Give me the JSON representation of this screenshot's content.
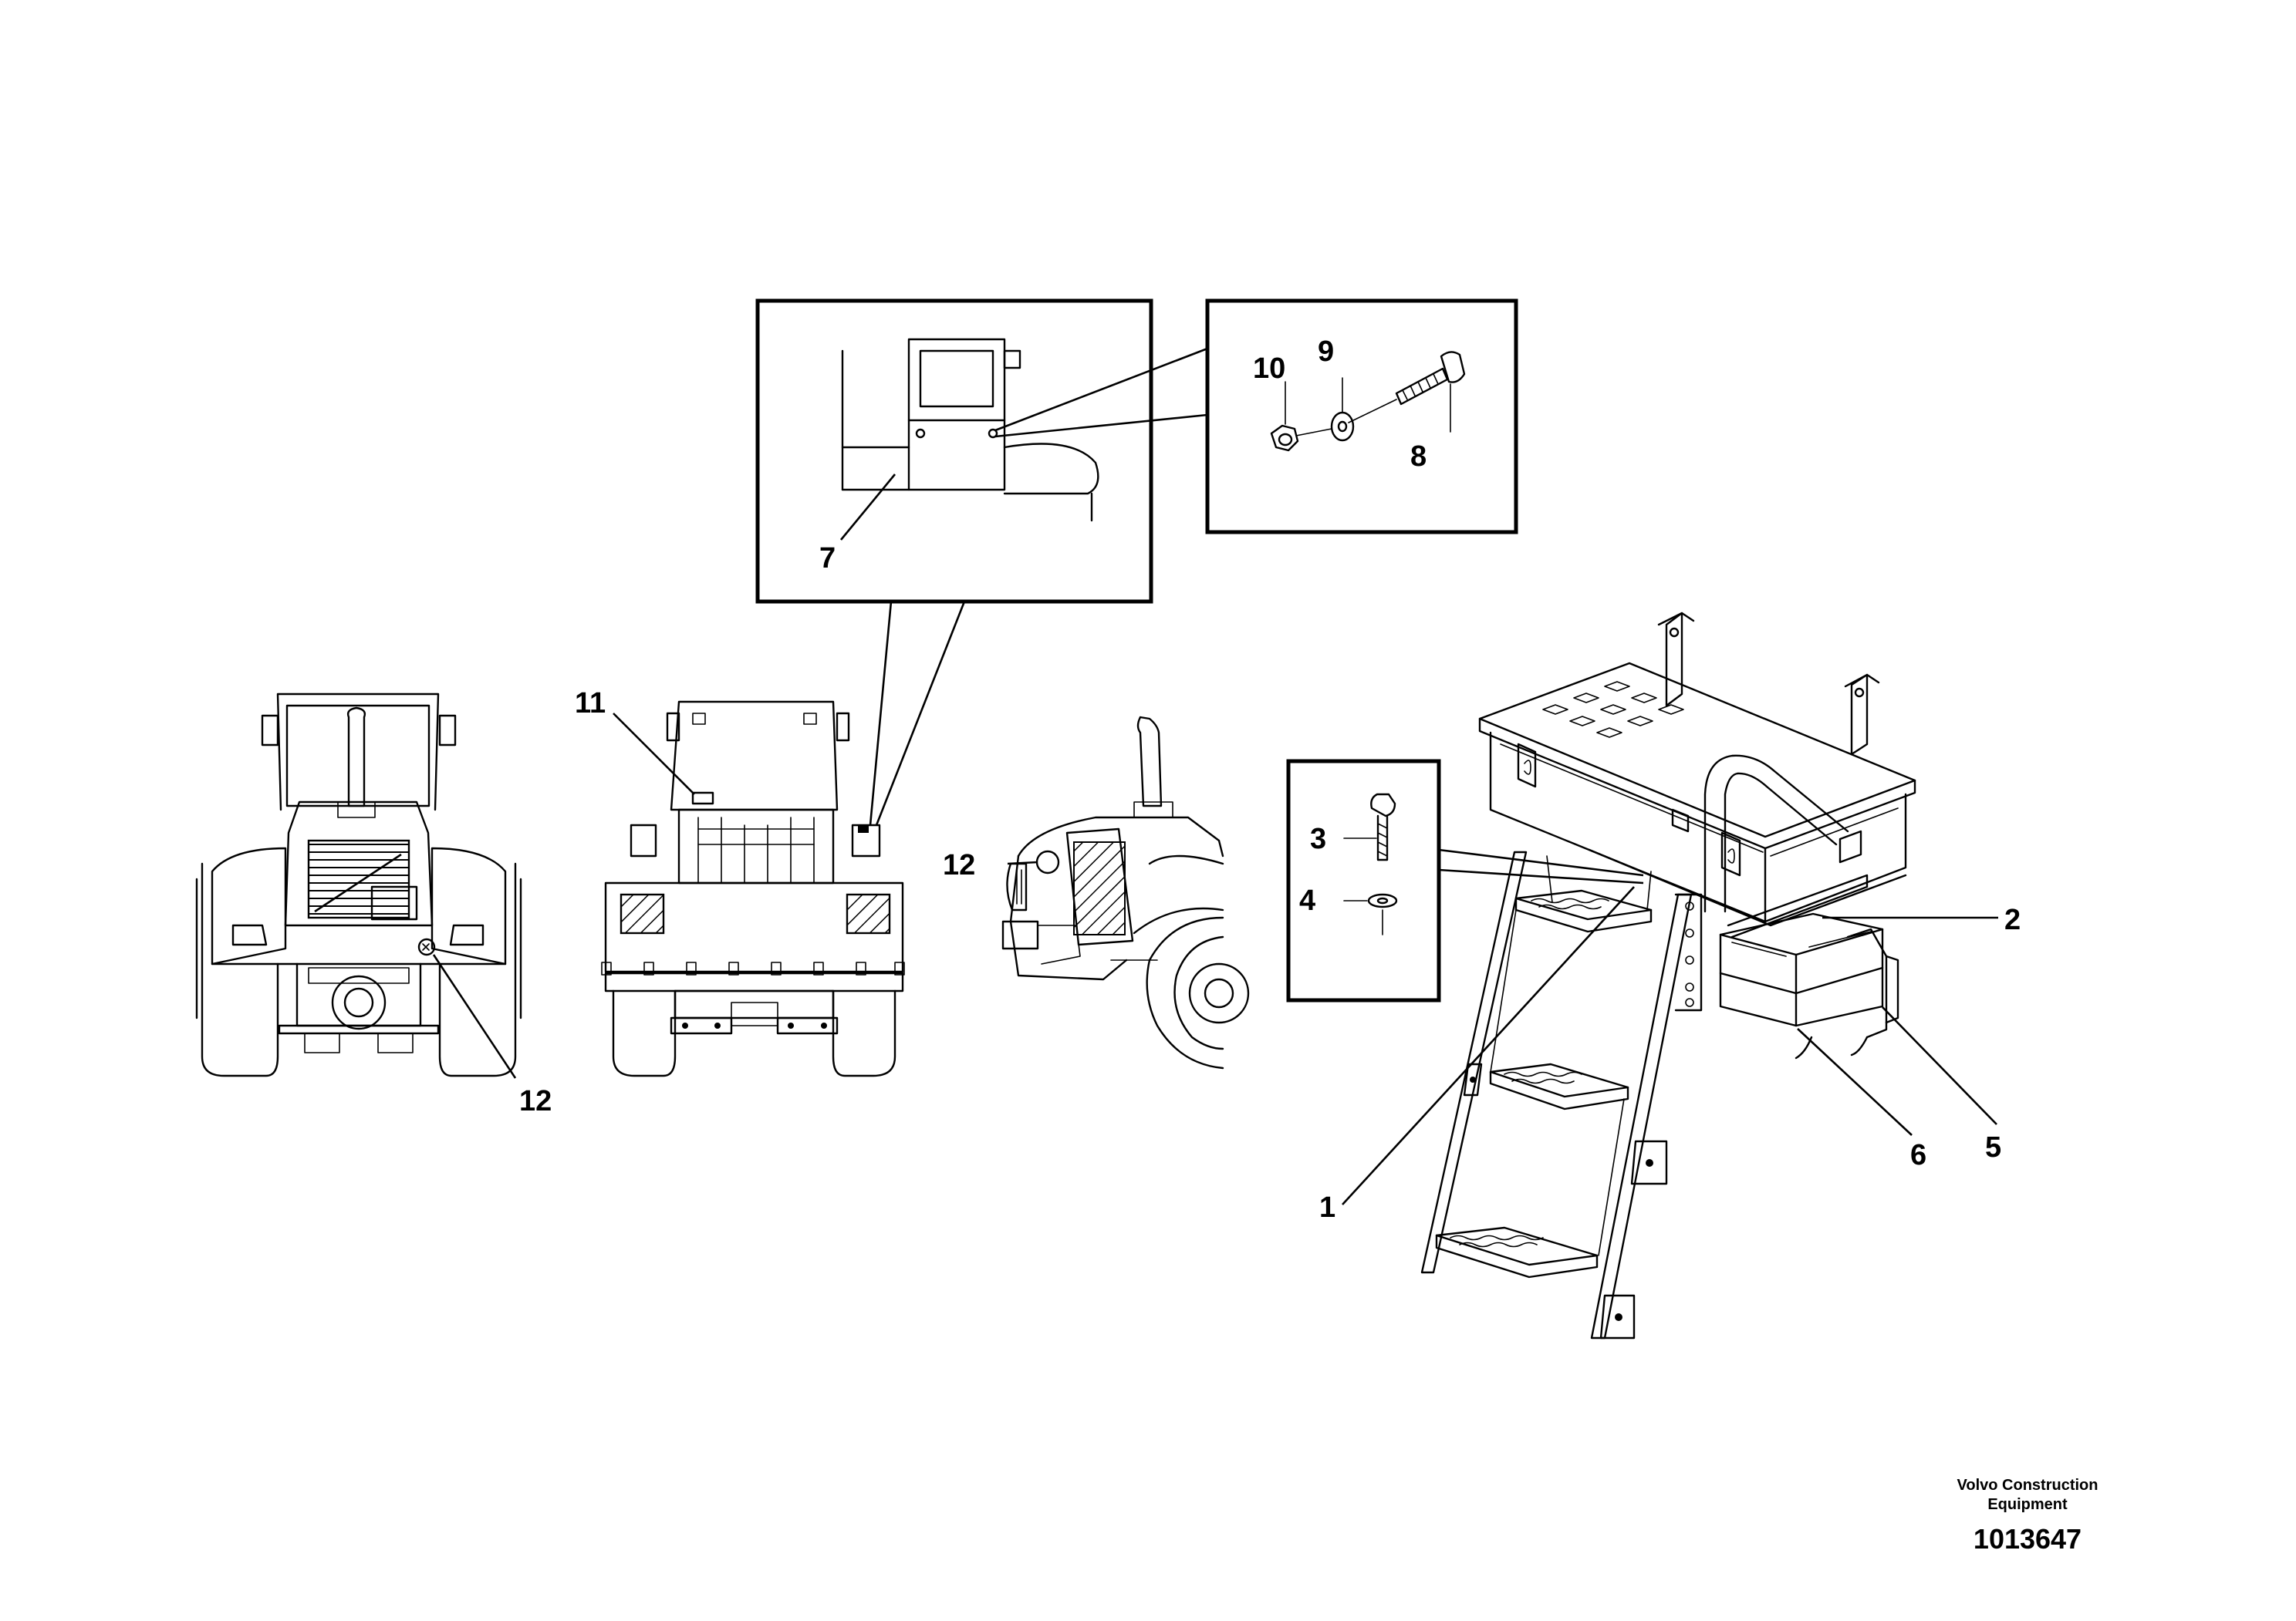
{
  "callouts": {
    "c1": "1",
    "c2": "2",
    "c3": "3",
    "c4": "4",
    "c5": "5",
    "c6": "6",
    "c7": "7",
    "c8": "8",
    "c9": "9",
    "c10": "10",
    "c11": "11",
    "c12a": "12",
    "c12b": "12"
  },
  "footer": {
    "brand_line1": "Volvo Construction",
    "brand_line2": "Equipment",
    "doc_number": "1013647"
  }
}
